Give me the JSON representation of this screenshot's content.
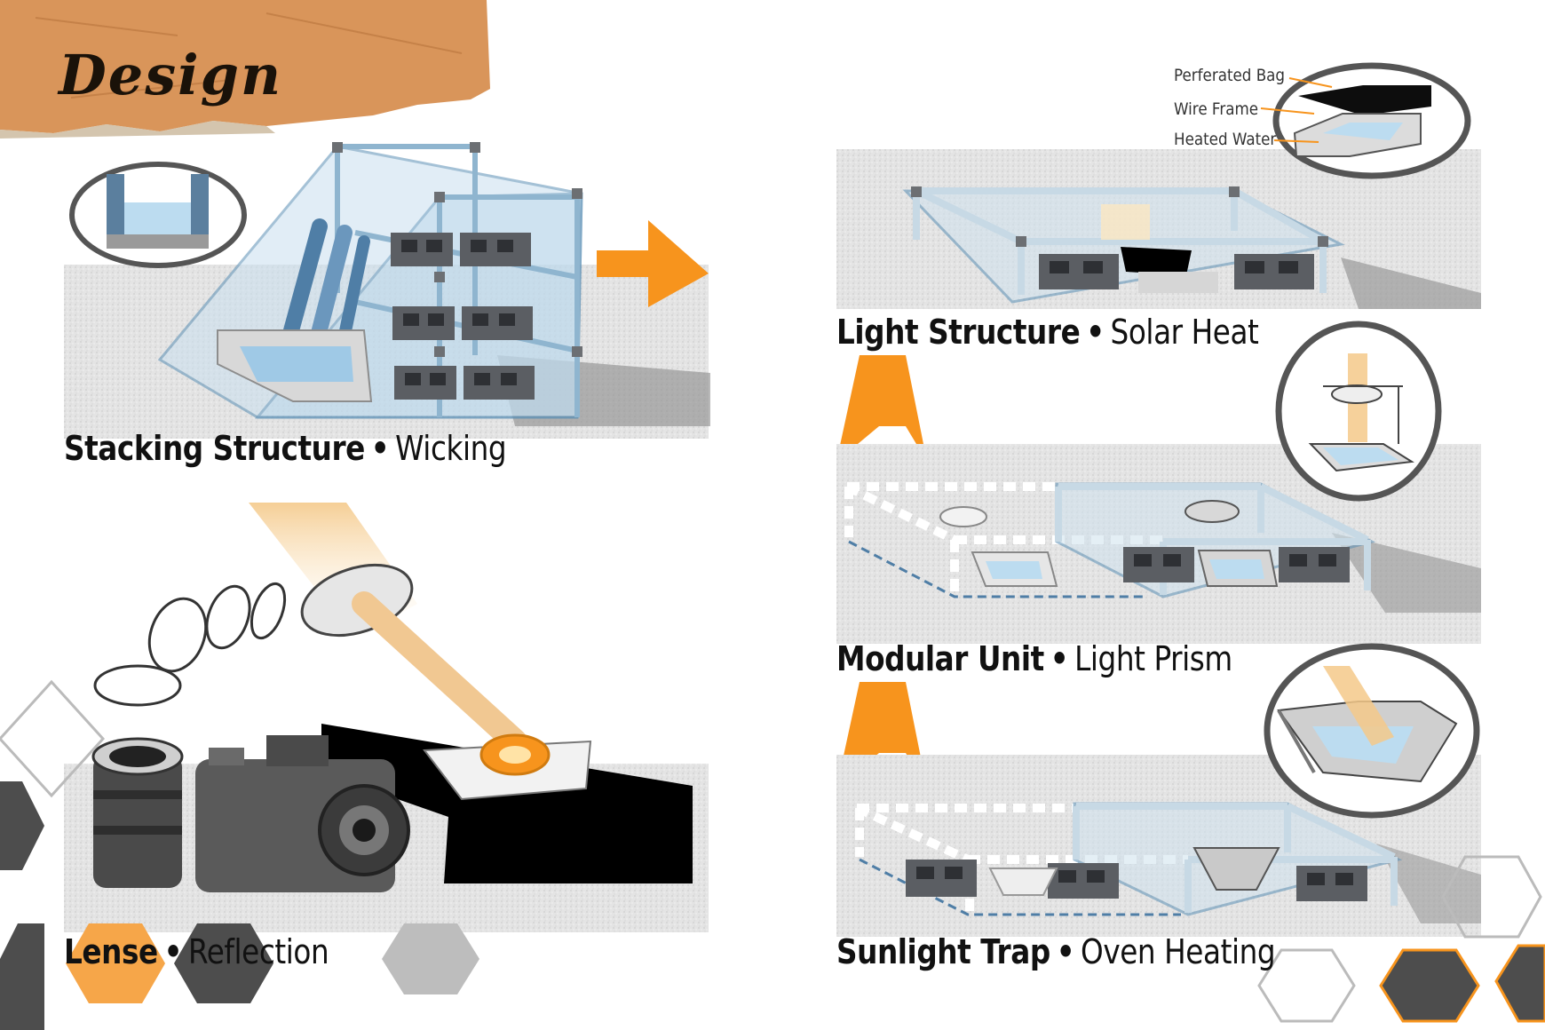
{
  "page": {
    "title": "Design"
  },
  "panels": [
    {
      "key": "stacking",
      "name": "Stacking Structure",
      "method": "Wicking"
    },
    {
      "key": "lense",
      "name": "Lense",
      "method": "Reflection"
    },
    {
      "key": "light",
      "name": "Light Structure",
      "method": "Solar Heat"
    },
    {
      "key": "modular",
      "name": "Modular Unit",
      "method": "Light Prism"
    },
    {
      "key": "trap",
      "name": "Sunlight Trap",
      "method": "Oven Heating"
    }
  ],
  "callouts": {
    "perforated_bag": "Perferated Bag",
    "wire_frame": "Wire Frame",
    "heated_water": "Heated Water"
  },
  "colors": {
    "accent_orange": "#f7941d",
    "hex_orange": "#f6a649",
    "hex_dark": "#4d4d4d",
    "hex_gray": "#bdbdbd",
    "glass_blue": "#b8d6ea",
    "frame_blue": "#5a8fb5",
    "block_gray": "#5b5e63",
    "callout_ring": "#555555",
    "cardboard": "#d9955a"
  },
  "icons": [
    "arrow-right-icon",
    "arrow-down-icon",
    "camera-icon",
    "lens-icon",
    "hexagon-icon"
  ]
}
